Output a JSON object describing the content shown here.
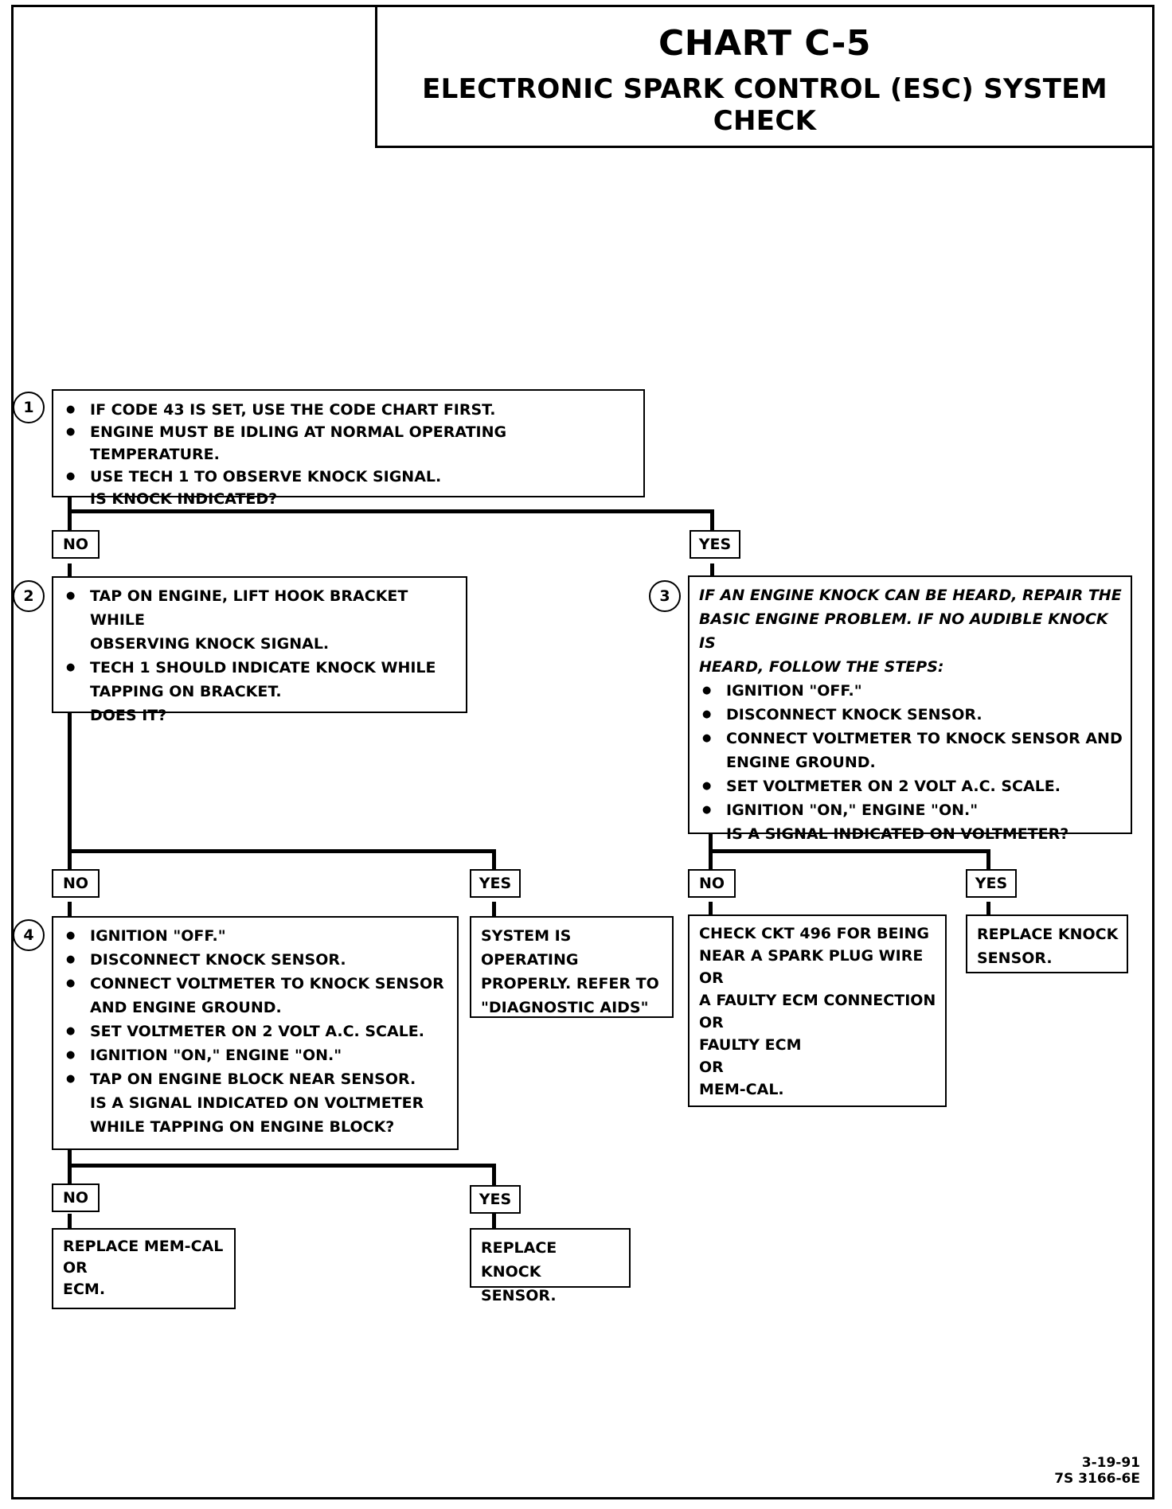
{
  "title": "CHART C-5",
  "subtitle": "ELECTRONIC SPARK CONTROL (ESC) SYSTEM CHECK",
  "steps": {
    "s1": {
      "num": "1",
      "bullets": [
        "IF CODE 43 IS SET, USE THE CODE CHART FIRST.",
        "ENGINE MUST BE IDLING AT NORMAL OPERATING TEMPERATURE.",
        "USE TECH 1 TO OBSERVE KNOCK SIGNAL."
      ],
      "question": "IS KNOCK INDICATED?"
    },
    "s2": {
      "num": "2",
      "bullets": [
        [
          "TAP ON ENGINE, LIFT HOOK BRACKET WHILE",
          "OBSERVING KNOCK SIGNAL."
        ],
        [
          "TECH 1 SHOULD INDICATE KNOCK WHILE",
          "TAPPING ON BRACKET."
        ]
      ],
      "question": "DOES IT?"
    },
    "s3": {
      "num": "3",
      "intro": [
        "IF AN ENGINE KNOCK CAN BE HEARD, REPAIR THE",
        "BASIC ENGINE PROBLEM.  IF NO AUDIBLE KNOCK IS",
        "HEARD, FOLLOW THE STEPS:"
      ],
      "bullets": [
        [
          "IGNITION \"OFF.\""
        ],
        [
          "DISCONNECT KNOCK SENSOR."
        ],
        [
          "CONNECT VOLTMETER TO KNOCK SENSOR AND",
          "ENGINE GROUND."
        ],
        [
          "SET VOLTMETER ON 2 VOLT A.C. SCALE."
        ],
        [
          "IGNITION \"ON,\" ENGINE \"ON.\""
        ]
      ],
      "question": "IS A SIGNAL INDICATED ON VOLTMETER?"
    },
    "s4": {
      "num": "4",
      "bullets": [
        [
          "IGNITION \"OFF.\""
        ],
        [
          "DISCONNECT KNOCK SENSOR."
        ],
        [
          "CONNECT VOLTMETER TO KNOCK SENSOR",
          "AND ENGINE GROUND."
        ],
        [
          "SET VOLTMETER ON 2 VOLT A.C. SCALE."
        ],
        [
          "IGNITION \"ON,\" ENGINE \"ON.\""
        ],
        [
          "TAP ON ENGINE BLOCK NEAR SENSOR."
        ]
      ],
      "question": [
        "IS A SIGNAL INDICATED ON VOLTMETER",
        "WHILE TAPPING ON ENGINE BLOCK?"
      ]
    }
  },
  "results": {
    "system_ok": [
      "SYSTEM IS OPERATING",
      "PROPERLY.  REFER TO",
      "\"DIAGNOSTIC AIDS\""
    ],
    "check_ckt": [
      "CHECK CKT 496 FOR BEING",
      "NEAR A SPARK PLUG WIRE",
      "OR",
      "A FAULTY ECM CONNECTION",
      "OR",
      "FAULTY ECM",
      "OR",
      "MEM-CAL."
    ],
    "replace_sensor_a": [
      "REPLACE KNOCK",
      "SENSOR."
    ],
    "replace_memcal": [
      "REPLACE MEM-CAL",
      "OR",
      "ECM."
    ],
    "replace_sensor_b": [
      "REPLACE KNOCK",
      "SENSOR."
    ]
  },
  "labels": {
    "no": "NO",
    "yes": "YES"
  },
  "footer": {
    "date": "3-19-91",
    "code": "7S 3166-6E"
  }
}
